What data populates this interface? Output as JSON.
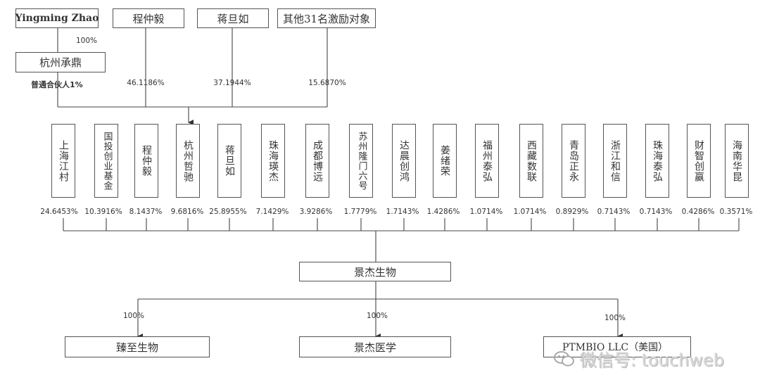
{
  "top_row": {
    "yingming": "Yingming Zhao",
    "cheng": "程仲毅",
    "jiang": "蒋旦如",
    "others": "其他31名激励对象"
  },
  "hangzhou_chengding": {
    "name": "杭州承鼎",
    "owner_pct": "100%",
    "gp_note": "普通合伙人1%"
  },
  "partner_pcts": {
    "cheng": "46.1186%",
    "jiang": "37.1944%",
    "others": "15.6870%"
  },
  "shareholders": [
    {
      "name": "上海江村",
      "pct": "24.6453%"
    },
    {
      "name": "国投创业基金",
      "pct": "10.3916%"
    },
    {
      "name": "程仲毅",
      "pct": "8.1437%"
    },
    {
      "name": "杭州哲驰",
      "pct": "9.6816%"
    },
    {
      "name": "蒋旦如",
      "pct": "25.8955%"
    },
    {
      "name": "珠海瑛杰",
      "pct": "7.1429%"
    },
    {
      "name": "成都博远",
      "pct": "3.9286%"
    },
    {
      "name": "苏州隆门六号",
      "pct": "1.7779%"
    },
    {
      "name": "达晨创鸿",
      "pct": "1.7143%"
    },
    {
      "name": "姜绪荣",
      "pct": "1.4286%"
    },
    {
      "name": "福州泰弘",
      "pct": "1.0714%"
    },
    {
      "name": "西藏数联",
      "pct": "1.0714%"
    },
    {
      "name": "青岛正永",
      "pct": "0.8929%"
    },
    {
      "name": "浙江和信",
      "pct": "0.7143%"
    },
    {
      "name": "珠海泰弘",
      "pct": "0.7143%"
    },
    {
      "name": "财智创赢",
      "pct": "0.4286%"
    },
    {
      "name": "海南华昆",
      "pct": "0.3571%"
    }
  ],
  "company": "景杰生物",
  "subsidiaries": [
    {
      "name": "臻至生物",
      "pct": "100%"
    },
    {
      "name": "景杰医学",
      "pct": "100%"
    },
    {
      "name": "PTMBIO LLC（美国）",
      "pct": "100%"
    }
  ],
  "watermark": {
    "text": "微信号: touchweb",
    "icon": "wechat-icon"
  }
}
